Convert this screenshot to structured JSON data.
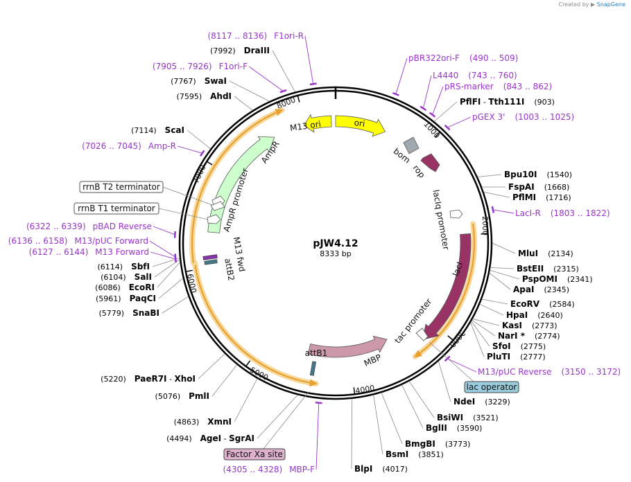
{
  "credit": {
    "prefix": "Created by",
    "brand": "SnapGene"
  },
  "plasmid": {
    "name": "pJW4.12",
    "size": "8333 bp"
  },
  "ticks": [
    "1000",
    "2000",
    "3000",
    "4000",
    "5000",
    "6000",
    "7000",
    "8000"
  ],
  "sites": [
    {
      "name": "Tth111I",
      "pos": "(903)"
    },
    {
      "name": "PflFI",
      "pos": ""
    },
    {
      "name": "Bpu10I",
      "pos": "(1540)"
    },
    {
      "name": "FspAI",
      "pos": "(1668)"
    },
    {
      "name": "PflMI",
      "pos": "(1716)"
    },
    {
      "name": "MluI",
      "pos": "(2134)"
    },
    {
      "name": "BstEII",
      "pos": "(2315)"
    },
    {
      "name": "PspOMI",
      "pos": "(2341)"
    },
    {
      "name": "ApaI",
      "pos": "(2345)"
    },
    {
      "name": "EcoRV",
      "pos": "(2584)"
    },
    {
      "name": "HpaI",
      "pos": "(2640)"
    },
    {
      "name": "KasI",
      "pos": "(2773)"
    },
    {
      "name": "NarI *",
      "pos": "(2774)"
    },
    {
      "name": "SfoI",
      "pos": "(2775)"
    },
    {
      "name": "PluTI",
      "pos": "(2777)"
    },
    {
      "name": "NdeI",
      "pos": "(3229)"
    },
    {
      "name": "BsiWI",
      "pos": "(3521)"
    },
    {
      "name": "BglII",
      "pos": "(3590)"
    },
    {
      "name": "BmgBI",
      "pos": "(3773)"
    },
    {
      "name": "BsmI",
      "pos": "(3851)"
    },
    {
      "name": "BlpI",
      "pos": "(4017)"
    },
    {
      "name": "SgrAI",
      "pos": ""
    },
    {
      "name": "AgeI",
      "pos": "(4494)"
    },
    {
      "name": "XmnI",
      "pos": "(4863)"
    },
    {
      "name": "PmlI",
      "pos": "(5076)"
    },
    {
      "name": "XhoI",
      "pos": ""
    },
    {
      "name": "PaeR7I",
      "pos": "(5220)"
    },
    {
      "name": "SnaBI",
      "pos": "(5779)"
    },
    {
      "name": "PaqCI",
      "pos": "(5961)"
    },
    {
      "name": "EcoRI",
      "pos": "(6086)"
    },
    {
      "name": "SalI",
      "pos": "(6104)"
    },
    {
      "name": "SbfI",
      "pos": "(6114)"
    },
    {
      "name": "ScaI",
      "pos": "(7114)"
    },
    {
      "name": "AhdI",
      "pos": "(7595)"
    },
    {
      "name": "SwaI",
      "pos": "(7767)"
    },
    {
      "name": "DraIII",
      "pos": "(7992)"
    }
  ],
  "primers": [
    {
      "name": "F1ori-R",
      "range": "(8117 .. 8136)"
    },
    {
      "name": "F1ori-F",
      "range": "(7905 .. 7926)"
    },
    {
      "name": "pBR322ori-F",
      "range": "(490 .. 509)"
    },
    {
      "name": "L4440",
      "range": "(743 .. 760)"
    },
    {
      "name": "pRS-marker",
      "range": "(843 .. 862)"
    },
    {
      "name": "pGEX 3'",
      "range": "(1003 .. 1025)"
    },
    {
      "name": "LacI-R",
      "range": "(1803 .. 1822)"
    },
    {
      "name": "M13/pUC Reverse",
      "range": "(3150 .. 3172)"
    },
    {
      "name": "MBP-F",
      "range": "(4305 .. 4328)"
    },
    {
      "name": "Amp-R",
      "range": "(7026 .. 7045)"
    },
    {
      "name": "pBAD Reverse",
      "range": "(6322 .. 6339)"
    },
    {
      "name": "M13/pUC Forward",
      "range": "(6136 .. 6158)"
    },
    {
      "name": "M13 Forward",
      "range": "(6127 .. 6144)"
    }
  ],
  "features": {
    "m13_ori": "M13 ori",
    "ori": "ori",
    "bom": "bom",
    "rop": "rop",
    "laciq_promoter": "lacIq promoter",
    "laci": "lacI",
    "tac_promoter": "tac promoter",
    "mbp": "MBP",
    "attb1": "attB1",
    "attb2": "attB2",
    "m13_fwd": "M13 fwd",
    "ampr": "AmpR",
    "ampr_promoter": "AmpR promoter"
  },
  "boxes": {
    "rrnb_t2": "rrnB T2 terminator",
    "rrnb_t1": "rrnB T1 terminator",
    "lac_operator": "lac operator",
    "factor_xa": "Factor Xa site"
  },
  "colors": {
    "primer": "#9933cc",
    "m13_ori": "#ffff00",
    "laci": "#993366",
    "mbp": "#cc99aa",
    "ampr": "#ccffcc",
    "orf": "#e8a030",
    "lac_operator_bg": "#99ccdd",
    "factor_xa_bg": "#ddb0cc",
    "bom": "#a0a8b0"
  }
}
